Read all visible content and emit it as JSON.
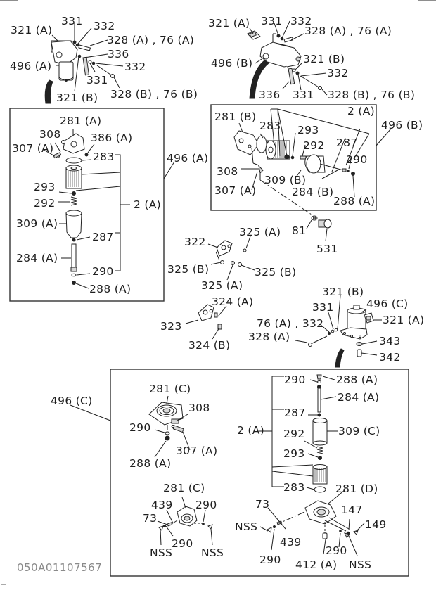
{
  "diagram": {
    "title": "Fuel filter assembly parts diagram",
    "drawing_code": "050A01107567",
    "groups": {
      "top_left_assembly": [
        "321 (A)",
        "331",
        "332",
        "328 (A) , 76 (A)",
        "336",
        "332",
        "496 (A)",
        "331",
        "321 (B)",
        "328 (B) , 76 (B)"
      ],
      "top_right_assembly": [
        "321 (A)",
        "331",
        "332",
        "328 (A) , 76 (A)",
        "496 (B)",
        "321 (B)",
        "332",
        "336",
        "331",
        "328 (B) , 76 (B)"
      ],
      "box_496A": [
        "281 (A)",
        "308",
        "386 (A)",
        "307 (A)",
        "283",
        "293",
        "292",
        "309 (A)",
        "287",
        "284 (A)",
        "290",
        "288 (A)",
        "2 (A)",
        "496 (A)"
      ],
      "box_496B": [
        "281 (B)",
        "283",
        "293",
        "292",
        "287",
        "290",
        "2 (A)",
        "496 (B)",
        "308",
        "309 (B)",
        "307 (A)",
        "284 (B)",
        "288 (A)"
      ],
      "loose_parts": [
        "81",
        "531",
        "322",
        "325 (A)",
        "325 (B)",
        "325 (B)",
        "325 (A)",
        "323",
        "324 (A)",
        "324 (B)"
      ],
      "mid_right_assembly": [
        "321 (B)",
        "331",
        "496 (C)",
        "76 (A) , 332",
        "321 (A)",
        "328 (A)",
        "343",
        "342"
      ],
      "box_496C": [
        "496 (C)",
        "281 (C)",
        "308",
        "290",
        "307 (A)",
        "288 (A)",
        "290",
        "288 (A)",
        "284 (A)",
        "287",
        "2 (A)",
        "309 (C)",
        "292",
        "293",
        "283",
        "281 (D)",
        "281 (C)",
        "439",
        "290",
        "73",
        "290",
        "NSS",
        "NSS",
        "73",
        "147",
        "149",
        "NSS",
        "439",
        "290",
        "412 (A)",
        "NSS"
      ]
    }
  },
  "labels": {
    "l_321A_1": "321 (A)",
    "l_331_1": "331",
    "l_332_1": "332",
    "l_328A_1": "328 (A) , 76 (A)",
    "l_336_1": "336",
    "l_332_2": "332",
    "l_496A_1": "496 (A)",
    "l_331_2": "331",
    "l_321B_1": "321 (B)",
    "l_328B_1": "328 (B) , 76 (B)",
    "l_321A_2": "321 (A)",
    "l_331_3": "331",
    "l_332_3": "332",
    "l_328A_2": "328 (A) , 76 (A)",
    "l_496B_1": "496 (B)",
    "l_321B_2": "321 (B)",
    "l_332_4": "332",
    "l_336_2": "336",
    "l_331_4": "331",
    "l_328B_2": "328 (B) , 76 (B)",
    "a_281A": "281 (A)",
    "a_308": "308",
    "a_386A": "386 (A)",
    "a_307A": "307 (A)",
    "a_283": "283",
    "a_293": "293",
    "a_292": "292",
    "a_309A": "309 (A)",
    "a_287": "287",
    "a_284A": "284 (A)",
    "a_290": "290",
    "a_288A": "288 (A)",
    "a_2A": "2 (A)",
    "a_496A": "496 (A)",
    "b_281B": "281 (B)",
    "b_283": "283",
    "b_293": "293",
    "b_292": "292",
    "b_287": "287",
    "b_290": "290",
    "b_2A": "2 (A)",
    "b_496B": "496 (B)",
    "b_308": "308",
    "b_309B": "309 (B)",
    "b_307A": "307 (A)",
    "b_284B": "284 (B)",
    "b_288A": "288 (A)",
    "m_81": "81",
    "m_531": "531",
    "m_322": "322",
    "m_325A_1": "325 (A)",
    "m_325B_1": "325 (B)",
    "m_325B_2": "325 (B)",
    "m_325A_2": "325 (A)",
    "m_323": "323",
    "m_324A": "324 (A)",
    "m_324B": "324 (B)",
    "r_321B": "321 (B)",
    "r_331": "331",
    "r_496C": "496 (C)",
    "r_76A332": "76 (A) , 332",
    "r_321A": "321 (A)",
    "r_328A": "328 (A)",
    "r_343": "343",
    "r_342": "342",
    "c_496C": "496 (C)",
    "c_281C_1": "281 (C)",
    "c_308": "308",
    "c_290_1": "290",
    "c_307A": "307 (A)",
    "c_288A_1": "288 (A)",
    "c_290_2": "290",
    "c_288A_2": "288 (A)",
    "c_284A": "284 (A)",
    "c_287": "287",
    "c_2A": "2 (A)",
    "c_309C": "309 (C)",
    "c_292": "292",
    "c_293": "293",
    "c_283": "283",
    "c_281D": "281 (D)",
    "c_281C_2": "281 (C)",
    "c_439_1": "439",
    "c_290_3": "290",
    "c_73_1": "73",
    "c_290_4": "290",
    "c_NSS_1": "NSS",
    "c_NSS_2": "NSS",
    "c_73_2": "73",
    "c_147": "147",
    "c_149": "149",
    "c_NSS_3": "NSS",
    "c_439_2": "439",
    "c_290_5": "290",
    "c_412A": "412 (A)",
    "c_NSS_4": "NSS"
  }
}
